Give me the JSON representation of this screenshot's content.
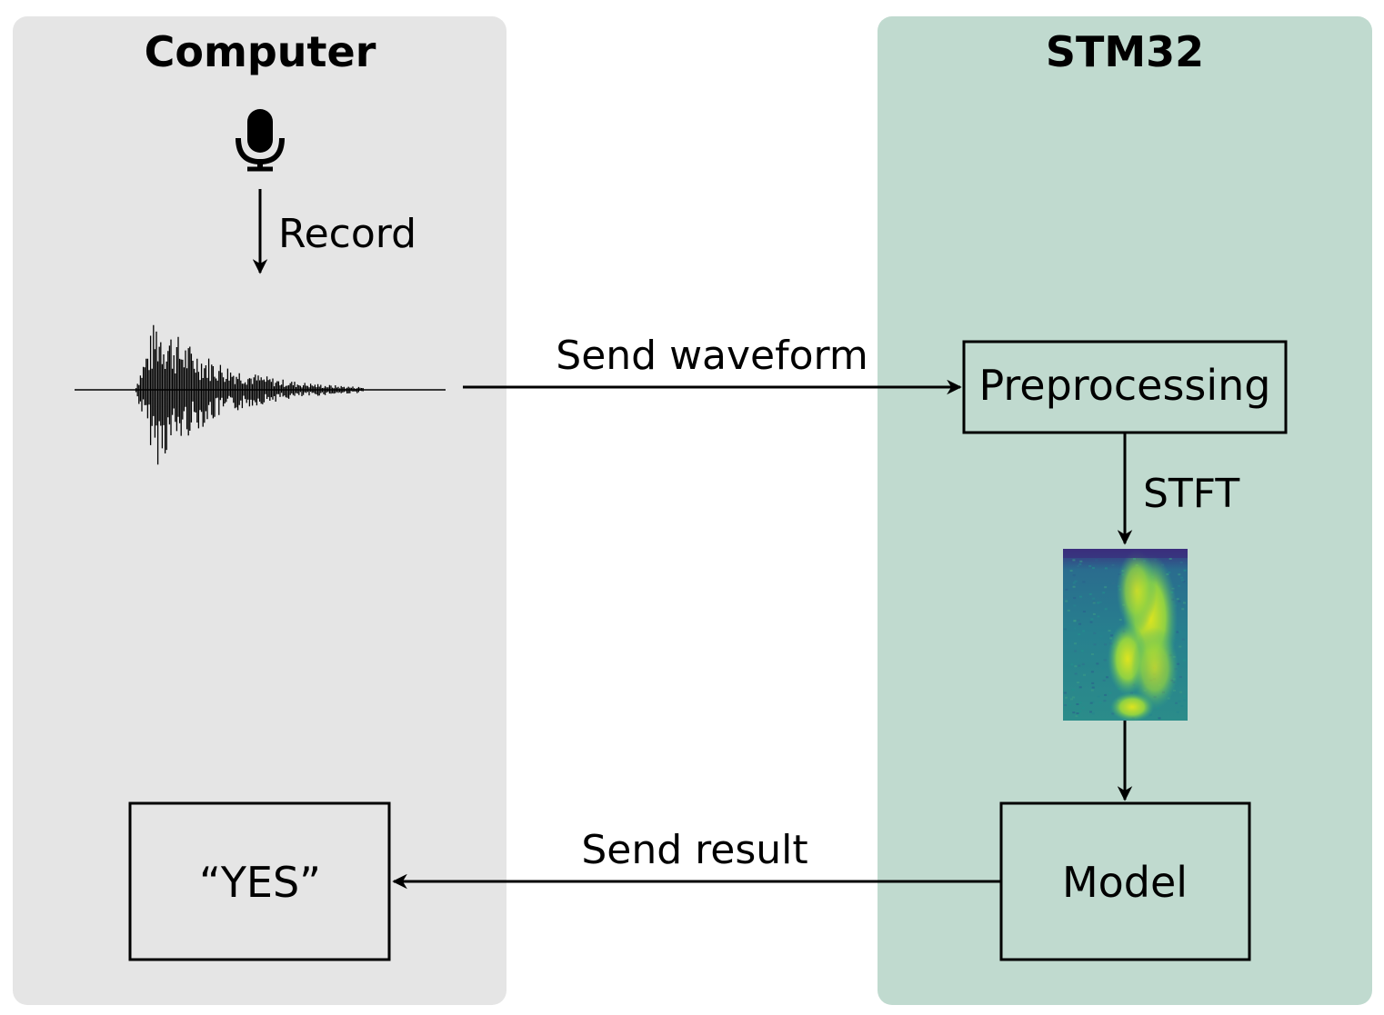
{
  "panels": {
    "computer": {
      "title": "Computer",
      "color": "#e5e5e5"
    },
    "stm32": {
      "title": "STM32",
      "color": "#c0dacf"
    }
  },
  "icons": {
    "microphone": "microphone-icon",
    "waveform": "audio-waveform",
    "spectrogram": "spectrogram-image"
  },
  "edges": {
    "record": "Record",
    "send_waveform": "Send waveform",
    "stft": "STFT",
    "send_result": "Send result"
  },
  "nodes": {
    "preprocessing": "Preprocessing",
    "model": "Model",
    "result": "“YES”"
  }
}
